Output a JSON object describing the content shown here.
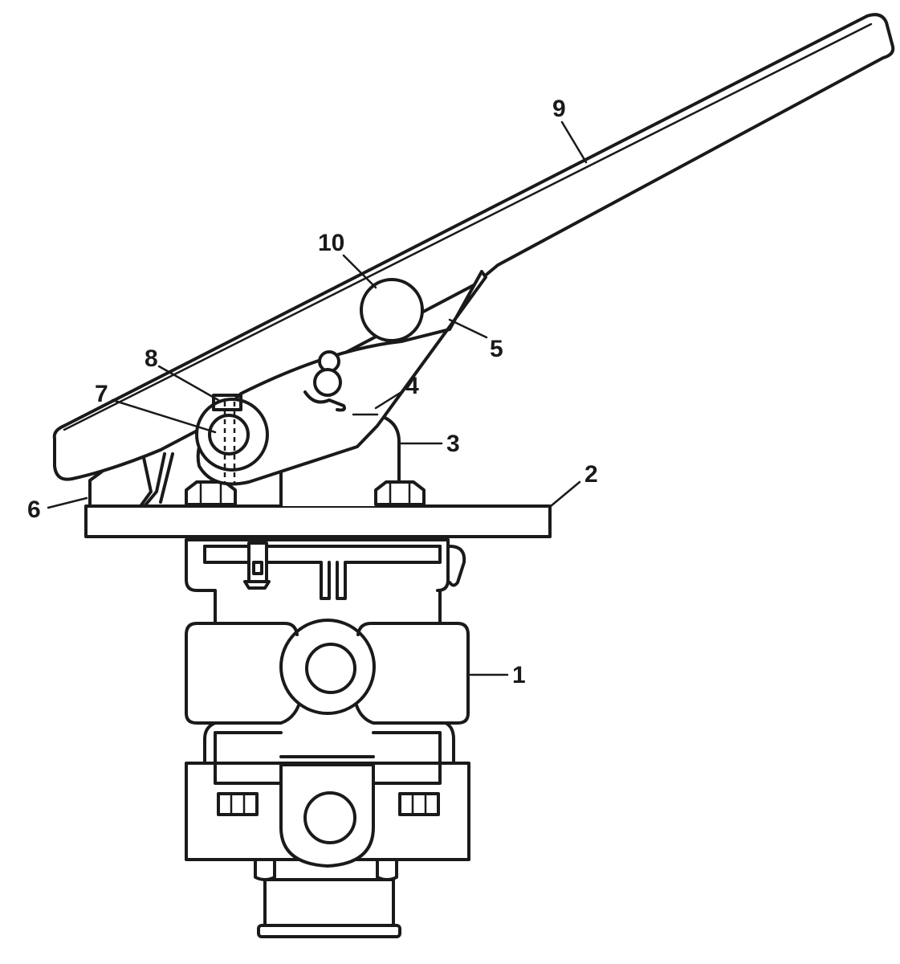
{
  "labels": {
    "l1": "1",
    "l2": "2",
    "l3": "3",
    "l4": "4",
    "l5": "5",
    "l6": "6",
    "l7": "7",
    "l8": "8",
    "l9": "9",
    "l10": "10"
  },
  "colors": {
    "ink": "#1a1a1a",
    "paper": "#ffffff"
  }
}
